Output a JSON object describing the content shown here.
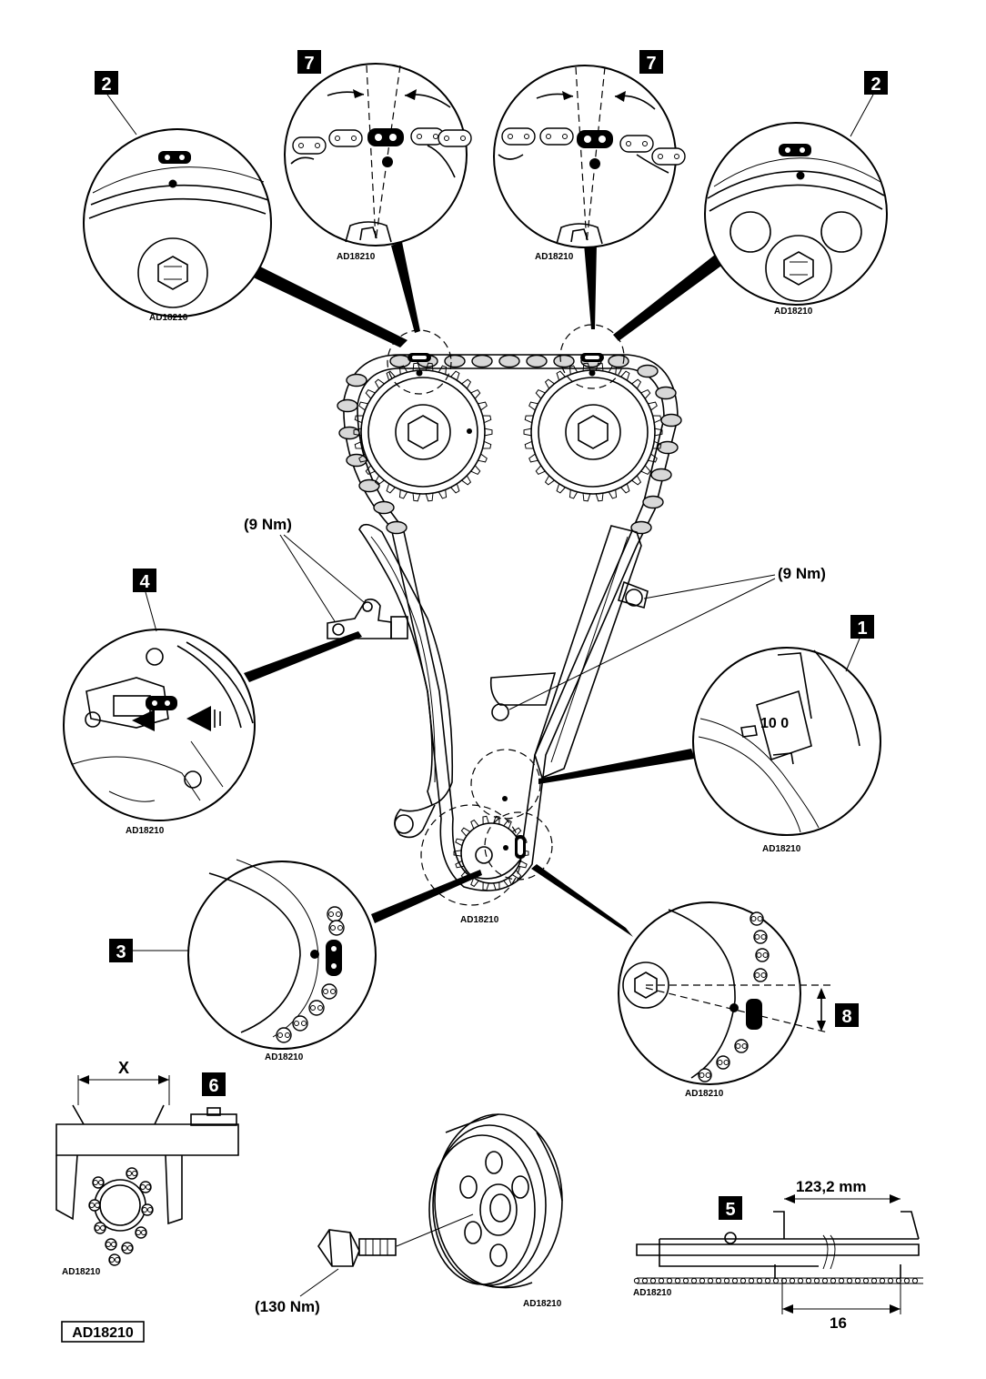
{
  "diagram_ref": "AD18210",
  "figure_id": "AD18210",
  "callouts": [
    "1",
    "2",
    "2",
    "3",
    "4",
    "5",
    "6",
    "7",
    "7",
    "8"
  ],
  "torques": {
    "tensioner_guide_bolts": "(9 Nm)",
    "right_guide_bolts": "(9 Nm)",
    "crank_pulley_bolt": "(130 Nm)"
  },
  "measurements": {
    "caliper_gap": "X",
    "guide_length": "123,2 mm",
    "link_count": "16"
  },
  "tensioner_window_text": "10 0",
  "colors": {
    "ink": "#000000",
    "chain_link": "#d8d8d8",
    "badge": "#000000",
    "paper": "#ffffff"
  }
}
